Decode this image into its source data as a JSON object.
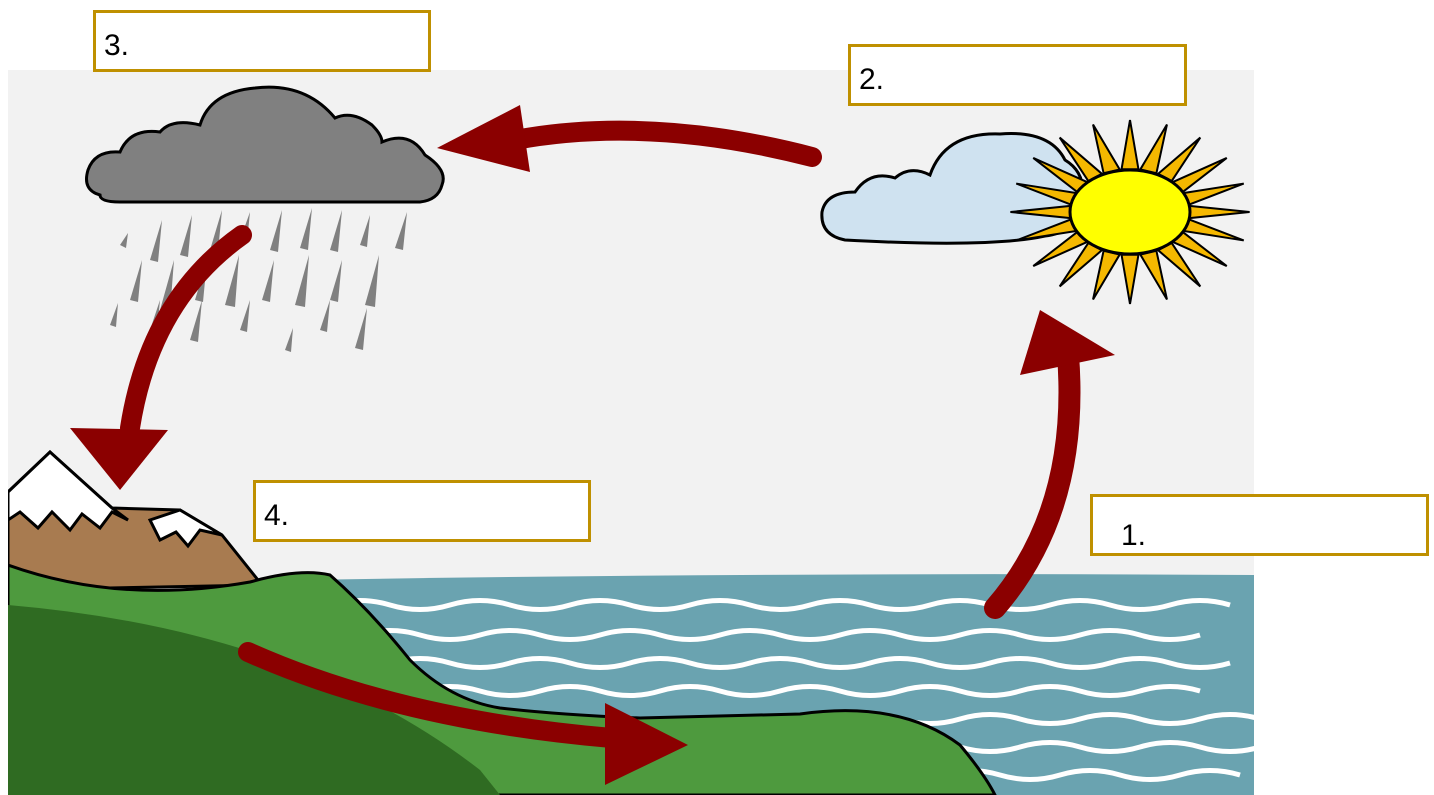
{
  "labels": {
    "box_1": "1.",
    "box_2": "2.",
    "box_3": "3.",
    "box_4": "4."
  },
  "colors": {
    "background": "#f2f2f2",
    "arrow": "#8b0000",
    "box_border": "#bf9000",
    "water": "#6aa3b0",
    "grass": "#4e9a3e",
    "dark_grass": "#2f6b22",
    "mountain": "#a87b50",
    "rain_cloud": "#808080",
    "light_cloud": "#cfe2f0",
    "sun": "#ffff00",
    "sun_rays": "#f5b800"
  },
  "icons": [
    "rain-cloud-icon",
    "sun-icon",
    "cloud-icon",
    "mountain-icon"
  ]
}
